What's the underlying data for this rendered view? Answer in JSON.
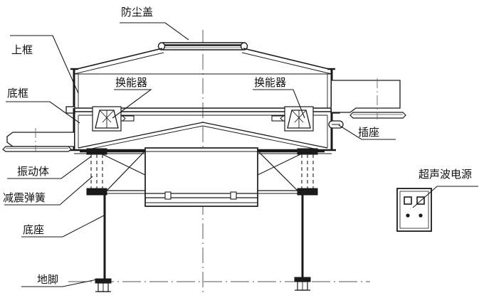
{
  "figure": {
    "kind": "technical-line-drawing",
    "subject": "ultrasonic-vibrating-screen",
    "background_color": "#ffffff",
    "line_color": "#1a1a1a",
    "text_color": "#111111"
  },
  "labels": {
    "dust_cover": "防尘盖",
    "upper_frame": "上框",
    "bottom_frame": "底框",
    "transducer_left": "换能器",
    "transducer_right": "换能器",
    "socket": "插座",
    "vibrating_body": "振动体",
    "damping_spring": "减震弹簧",
    "base": "底座",
    "foot": "地脚",
    "ultrasonic_power_supply": "超声波电源"
  },
  "parts": [
    {
      "id": "dust-cover",
      "label": "防尘盖"
    },
    {
      "id": "upper-frame",
      "label": "上框"
    },
    {
      "id": "bottom-frame",
      "label": "底框"
    },
    {
      "id": "transducer",
      "label": "换能器"
    },
    {
      "id": "socket",
      "label": "插座"
    },
    {
      "id": "vibrating-body",
      "label": "振动体"
    },
    {
      "id": "damping-spring",
      "label": "减震弹簧"
    },
    {
      "id": "base",
      "label": "底座"
    },
    {
      "id": "foot",
      "label": "地脚"
    },
    {
      "id": "ultrasonic-power-supply",
      "label": "超声波电源"
    }
  ],
  "power_supply_box": {
    "buttons": 2,
    "indicators": 2
  }
}
